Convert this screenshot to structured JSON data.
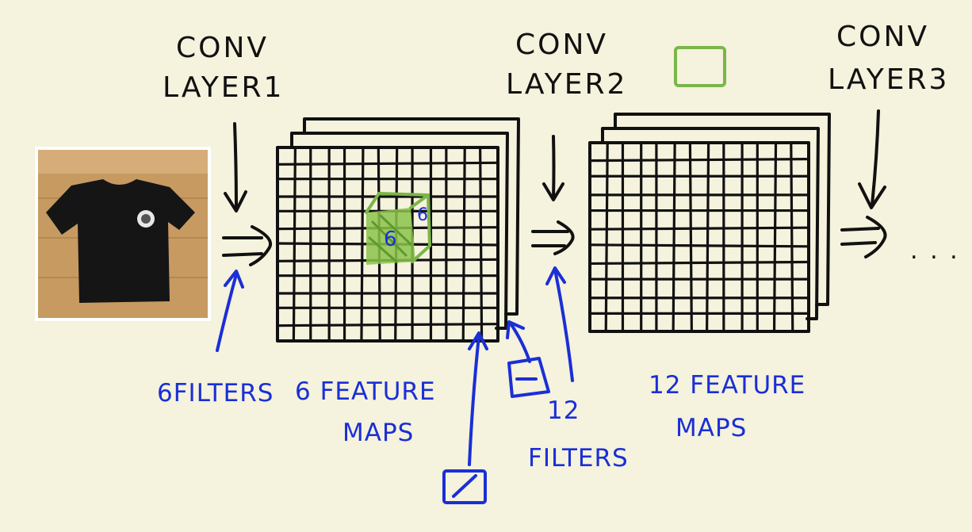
{
  "labels": {
    "layer1_line1": "CONV",
    "layer1_line2": "LAYER1",
    "layer2_line1": "CONV",
    "layer2_line2": "LAYER2",
    "layer3_line1": "CONV",
    "layer3_line2": "LAYER3",
    "filters_6": "6FILTERS",
    "feature_maps_6_line1": "6 FEATURE",
    "feature_maps_6_line2": "MAPS",
    "filters_12_line1": "12",
    "filters_12_line2": "FILTERS",
    "feature_maps_12_line1": "12 FEATURE",
    "feature_maps_12_line2": "MAPS",
    "patch_output": "6",
    "patch_depth": "6",
    "ellipsis": ". . ."
  },
  "photo": {
    "subject": "black t-shirt on wooden floor"
  },
  "colors": {
    "background": "#f5f2dd",
    "ink_black": "#111111",
    "ink_blue": "#1a2fd6",
    "ink_green": "#7ab648"
  }
}
